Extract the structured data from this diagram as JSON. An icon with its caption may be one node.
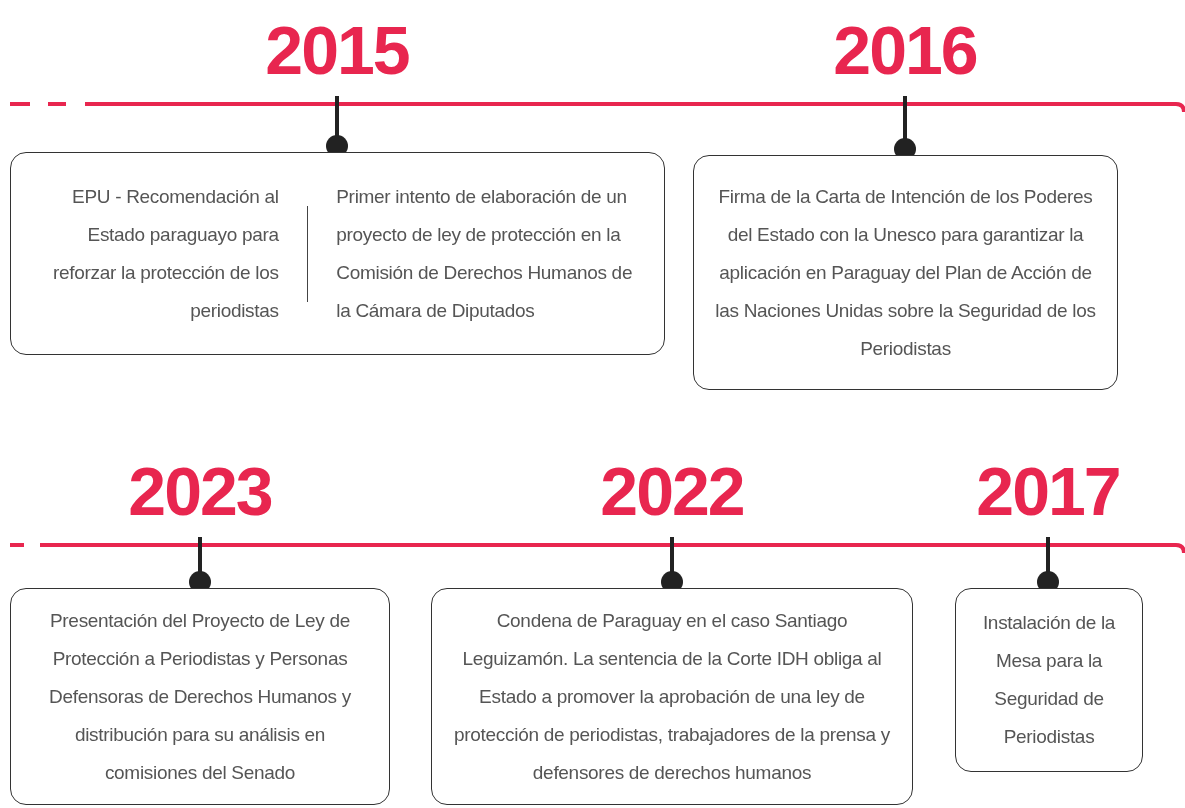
{
  "diagram": {
    "nodes": [
      {
        "text": [
          "EPU - Recomendación al Estado paraguayo para reforzar la protección de los periodistas",
          "Primer intento de elaboración de un proyecto de ley de protección en la Comisión de Derechos Humanos de la Cámara de Diputados"
        ],
        "beside": [
          "2015"
        ]
      },
      {
        "text": [
          "Firma de la Carta de Intención de los Poderes del Estado con la Unesco para garantizar la aplicación en Paraguay del Plan de Acción de las Naciones Unidas sobre la Seguridad de los Periodistas"
        ],
        "beside": [
          "2016"
        ]
      },
      {
        "text": [
          "Presentación del Proyecto de Ley de Protección a Periodistas y Personas Defensoras de Derechos Humanos y distribución para su análisis en comisiones del Senado"
        ],
        "beside": [
          "2023"
        ]
      },
      {
        "text": [
          "Condena de Paraguay en el caso Santiago Leguizamón. La sentencia de la Corte IDH obliga al Estado a promover la aprobación de una ley de protección de periodistas, trabajadores de la prensa y defensores de derechos humanos"
        ],
        "beside": [
          "2022"
        ]
      },
      {
        "text": [
          "Instalación de la Mesa para la Seguridad de Periodistas"
        ],
        "beside": [
          "2017"
        ]
      }
    ]
  }
}
